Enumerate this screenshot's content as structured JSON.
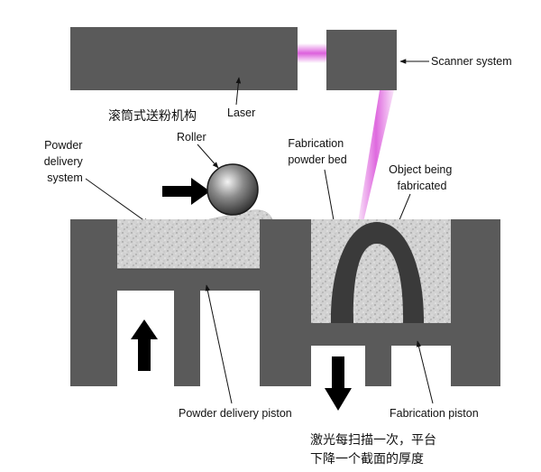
{
  "diagram": {
    "labels": {
      "laser": "Laser",
      "scanner": "Scanner system",
      "roller": "Roller",
      "powder_delivery_system": [
        "Powder",
        "delivery",
        "system"
      ],
      "fabrication_powder_bed": [
        "Fabrication",
        "powder bed"
      ],
      "object_being_fabricated": [
        "Object being",
        "fabricated"
      ],
      "powder_delivery_piston": "Powder delivery piston",
      "fabrication_piston": "Fabrication piston"
    },
    "annotations_cn": {
      "roller_mechanism": "滚筒式送粉机构",
      "platform_note": [
        "激光每扫描一次，平台",
        "下降一个截面的厚度"
      ]
    }
  },
  "colors": {
    "machine_body": "#5a5a5a",
    "object": "#3a3a3a",
    "powder": "#cfcfcf",
    "laser_beam": "#d94fd9",
    "arrow": "#000000"
  }
}
